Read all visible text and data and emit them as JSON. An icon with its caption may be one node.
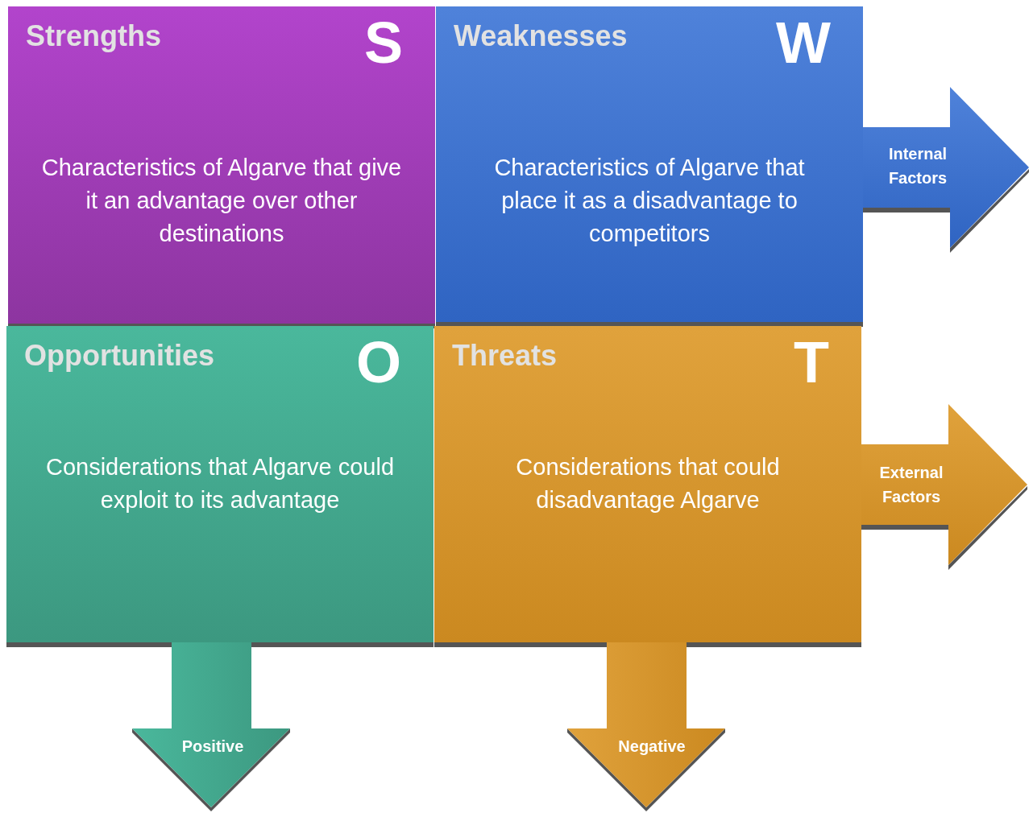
{
  "diagram": {
    "nodes": [
      {
        "text": [
          "Strengths",
          "S",
          "Characteristics of Algarve that give it an advantage over other destinations"
        ]
      },
      {
        "text": [
          "Weaknesses",
          "W",
          "Characteristics of Algarve that place it as a disadvantage to competitors"
        ]
      },
      {
        "text": [
          "Opportunities",
          "O",
          "Considerations that Algarve could exploit to its advantage"
        ]
      },
      {
        "text": [
          "Threats",
          "T",
          "Considerations that could disadvantage Algarve"
        ]
      },
      {
        "text": [
          "Internal Factors"
        ]
      },
      {
        "text": [
          "External Factors"
        ]
      },
      {
        "text": [
          "Positive"
        ]
      },
      {
        "text": [
          "Negative"
        ]
      }
    ],
    "edges": []
  }
}
